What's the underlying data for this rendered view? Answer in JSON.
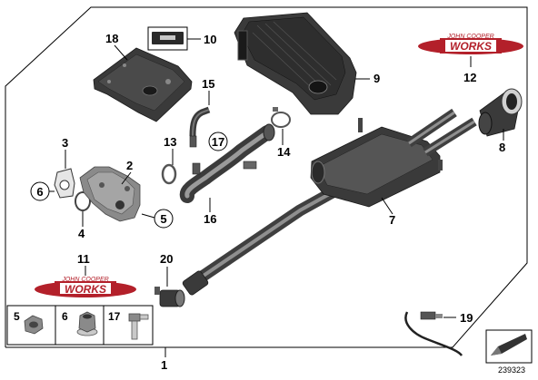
{
  "callouts": {
    "n1": "1",
    "n2": "2",
    "n3": "3",
    "n4": "4",
    "n5": "5",
    "n6": "6",
    "n7": "7",
    "n8": "8",
    "n9": "9",
    "n10": "10",
    "n11": "11",
    "n12": "12",
    "n13": "13",
    "n14": "14",
    "n15": "15",
    "n16": "16",
    "n17": "17",
    "n18": "18",
    "n19": "19",
    "n20": "20"
  },
  "logo": {
    "top_text": "JOHN COOPER",
    "main_text": "WORKS"
  },
  "legend_box": {
    "items": [
      "5",
      "6",
      "17"
    ]
  },
  "reference_code": "239323"
}
